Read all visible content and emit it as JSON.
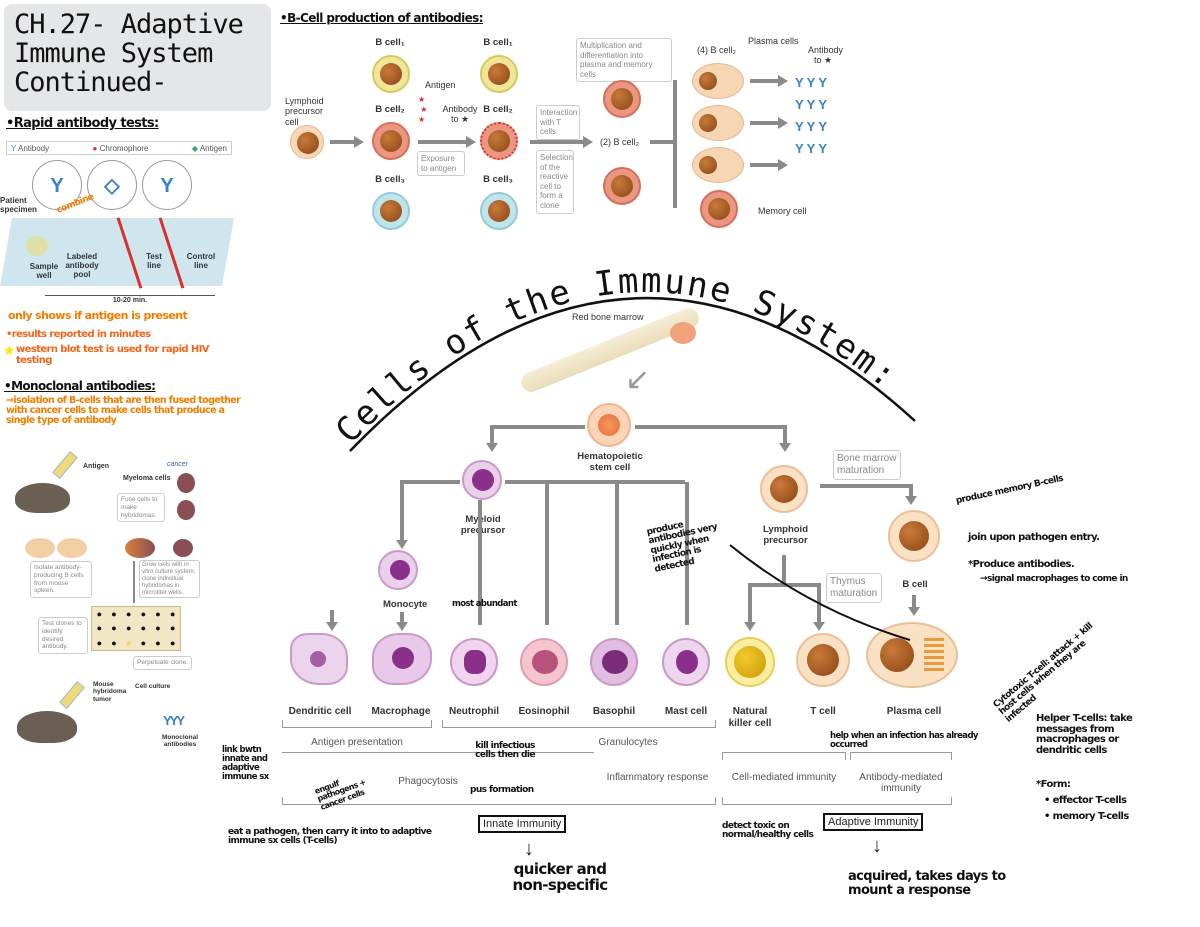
{
  "title": "CH.27- Adaptive Immune System Continued-",
  "rapid_tests": {
    "heading": "•Rapid antibody tests:",
    "legend": [
      "Antibody",
      "Chromophore",
      "Antigen"
    ],
    "labels": {
      "patient_specimen": "Patient specimen",
      "sample_well": "Sample well",
      "labeled_pool": "Labeled antibody pool",
      "test_line": "Test line",
      "control_line": "Control line",
      "time": "10-20 min."
    },
    "note_combine": "combine",
    "notes": [
      "only shows if antigen is present",
      "•results reported in minutes",
      "western blot test is used for rapid HIV testing"
    ],
    "colors": {
      "orange": "#f07d00",
      "highlight": "#ffe600",
      "chromophore": "#d9302c",
      "antigen": "#3aa66b",
      "antibody": "#3b82c4"
    }
  },
  "monoclonal": {
    "heading": "•Monoclonal antibodies:",
    "note": "⇒isolation of B-cells that are then fused together with cancer cells to make cells that produce a single type of antibody",
    "labels": {
      "antigen": "Antigen",
      "myeloma": "Myeloma cells",
      "cancer_note": "cancer",
      "fuse": "Fuse cells to make hybridomas.",
      "isolate": "Isolate antibody-producing B cells from mouse spleen.",
      "grow": "Grow cells with in vitro culture system; clone individual hybridomas in microtiter wells.",
      "test": "Test clones to identify desired antibody.",
      "perpetuate": "Perpetuate clone.",
      "tumor": "Mouse hybridoma tumor",
      "culture": "Cell culture",
      "mono": "Monoclonal antibodies"
    }
  },
  "bcell_production": {
    "heading": "•B-Cell production of antibodies:",
    "labels": {
      "precursor": "Lymphoid precursor cell",
      "b1": "B cell₁",
      "b2": "B cell₂",
      "b3": "B cell₃",
      "antigen": "Antigen",
      "antibody_to": "Antibody to ★",
      "exposure": "Exposure to antigen",
      "interaction": "Interaction with T cells",
      "selection": "Selection of the reactive cell to form a clone",
      "multiplication": "Multiplication and differentiation into plasma and memory cells",
      "b2_2": "(2) B cell₂",
      "b2_4": "(4) B cell₂",
      "plasma": "Plasma cells",
      "antibody_to2": "Antibody to ★",
      "memory": "Memory cell"
    }
  },
  "immune_cells": {
    "heading": "Cells of the Immune System:",
    "red_bone_marrow": "Red bone marrow",
    "stem": "Hematopoietic stem cell",
    "myeloid": "Myeloid precursor",
    "lymphoid": "Lymphoid precursor",
    "bone_maturation": "Bone marrow maturation",
    "thymus": "Thymus maturation",
    "monocyte": "Monocyte",
    "b_cell": "B cell",
    "cells": [
      "Dendritic cell",
      "Macrophage",
      "Neutrophil",
      "Eosinophil",
      "Basophil",
      "Mast cell",
      "Natural killer cell",
      "T cell",
      "Plasma cell"
    ],
    "groups": {
      "antigen_presentation": "Antigen presentation",
      "granulocytes": "Granulocytes",
      "phagocytosis": "Phagocytosis",
      "inflammatory": "Inflammatory response",
      "cell_mediated": "Cell-mediated immunity",
      "antibody_mediated": "Antibody-mediated immunity",
      "innate": "Innate Immunity",
      "adaptive": "Adaptive Immunity"
    }
  },
  "annotations": {
    "memory_bcells": "produce memory B-cells",
    "join": "join upon pathogen entry.",
    "produce_ab": "*Produce antibodies.",
    "signal": "→signal macrophages to come in",
    "plasma_note": "produce antibodies very quickly when infection is detected",
    "most_abundant": "most abundant",
    "link": "link bwtn innate and adaptive immune sx",
    "eat": "eat a pathogen, then carry it into to adaptive immune sx cells (T-cells)",
    "engulf": "engulf pathogens + cancer cells",
    "kill": "kill infectious cells then die",
    "pus": "pus formation",
    "nk": "detect toxic on normal/healthy cells",
    "tcell_help": "help when an infection has already occurred",
    "cytotoxic": "Cytotoxic T-cell: attack + kill host cells when they are infected",
    "helper": "Helper T-cells: take messages from macrophages or dendritic cells",
    "form": "*Form:",
    "effector": "• effector T-cells",
    "memory_t": "• memory T-cells",
    "innate_note": "quicker and non-specific",
    "adaptive_note": "acquired, takes days to mount a response"
  }
}
